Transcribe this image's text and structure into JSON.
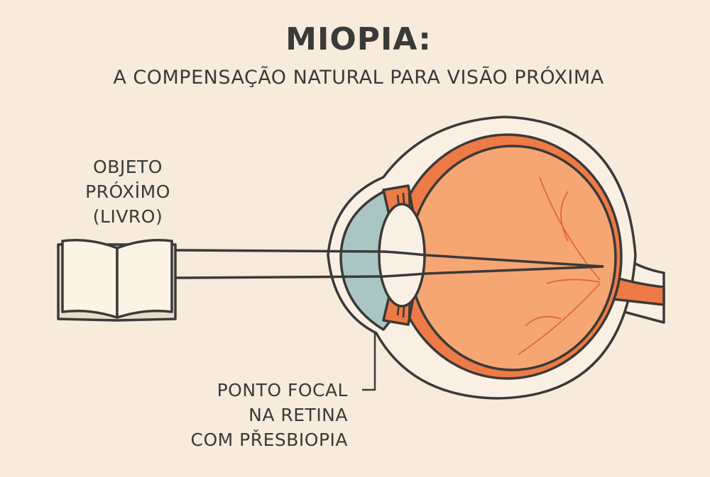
{
  "title": "MIOPIA:",
  "subtitle": "A COMPENSAÇÃO NATURAL PARA VISÃO PRÓXIMA",
  "object_label": [
    "OBJETO",
    "PRÓXİMO",
    "(LIVRO)"
  ],
  "focal_label": [
    "PONTO FOCAL",
    "NA RETINA",
    "COM PŘESBIOPIA"
  ],
  "colors": {
    "background": "#f7ebdc",
    "sclera": "#f9efe3",
    "choroid": "#ee7a45",
    "retina": "#f6a673",
    "cornea": "#a9c6c4",
    "outline": "#3a3a38"
  }
}
